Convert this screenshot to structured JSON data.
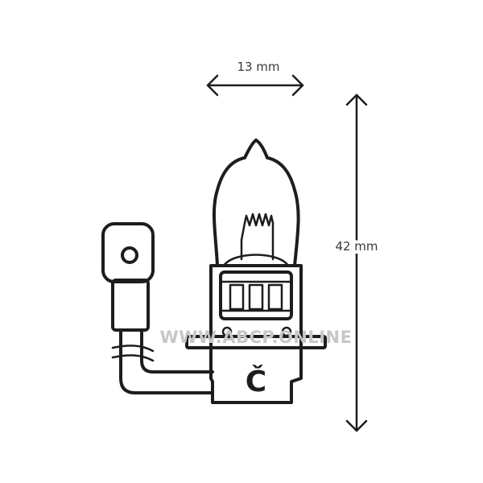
{
  "dimensions": {
    "width_label": "13 mm",
    "height_label": "42 mm"
  },
  "watermark": "WWW.ABCP.ONLINE",
  "base_marking": "Č",
  "colors": {
    "line": "#1d1d1d",
    "watermark": "#c7c7c7",
    "background": "#ffffff"
  }
}
